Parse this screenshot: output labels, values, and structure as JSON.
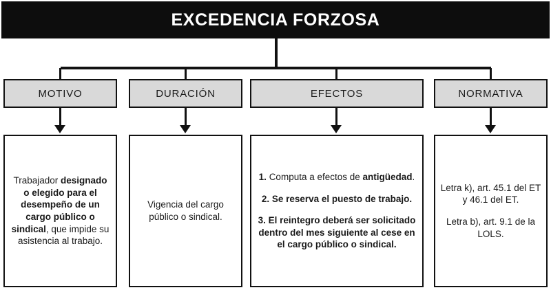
{
  "header": {
    "title": "EXCEDENCIA FORZOSA"
  },
  "columns": [
    {
      "category": "MOTIVO",
      "content_runs": [
        [
          {
            "text": "Trabajador ",
            "bold": false
          },
          {
            "text": "designado o elegido para el desempeño de un cargo público o sindical",
            "bold": true
          },
          {
            "text": ", que impide su asistencia al trabajo.",
            "bold": false
          }
        ]
      ]
    },
    {
      "category": "DURACIÓN",
      "content_runs": [
        [
          {
            "text": "Vigencia del cargo público o sindical.",
            "bold": false
          }
        ]
      ]
    },
    {
      "category": "EFECTOS",
      "content_runs": [
        [
          {
            "text": "1. ",
            "bold": true
          },
          {
            "text": "Computa a efectos de ",
            "bold": false
          },
          {
            "text": "antigüedad",
            "bold": true
          },
          {
            "text": ".",
            "bold": false
          }
        ],
        [
          {
            "text": "2. Se reserva el puesto de trabajo.",
            "bold": true
          }
        ],
        [
          {
            "text": "3. El reintegro deberá ser solicitado dentro del mes siguiente al cese en el cargo público o sindical.",
            "bold": true
          }
        ]
      ]
    },
    {
      "category": "NORMATIVA",
      "content_runs": [
        [
          {
            "text": "Letra k), art. 45.1 del ET y 46.1 del ET.",
            "bold": false
          }
        ],
        [
          {
            "text": "Letra b), art. 9.1 de la LOLS.",
            "bold": false
          }
        ]
      ]
    }
  ],
  "colors": {
    "header_background": "#0d0d0d",
    "header_text": "#ffffff",
    "category_fill": "#d9d9d9",
    "border": "#111111",
    "content_fill": "#ffffff",
    "body_text": "#1a1a1a"
  }
}
